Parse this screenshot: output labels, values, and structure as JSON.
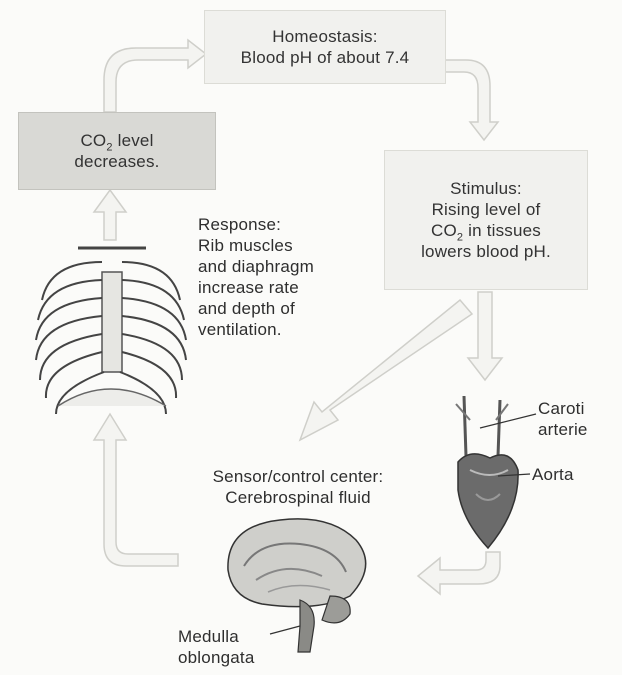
{
  "homeostasis": {
    "title": "Homeostasis:",
    "detail": "Blood pH of about 7.4"
  },
  "stimulus": {
    "title": "Stimulus:",
    "line1": "Rising level of",
    "line2_prefix": "CO",
    "line2_sub": "2",
    "line2_suffix": " in tissues",
    "line3": "lowers blood pH."
  },
  "co2_decreases": {
    "line1_prefix": "CO",
    "line1_sub": "2",
    "line1_suffix": " level",
    "line2": "decreases."
  },
  "response": {
    "lines": [
      "Response:",
      "Rib muscles",
      "and diaphragm",
      "increase rate",
      "and depth of",
      "ventilation."
    ]
  },
  "sensor": {
    "line1": "Sensor/control center:",
    "line2": "Cerebrospinal fluid"
  },
  "labels": {
    "carotid_line1": "Caroti",
    "carotid_line2": "arterie",
    "aorta": "Aorta",
    "medulla_line1": "Medulla",
    "medulla_line2": "oblongata"
  }
}
